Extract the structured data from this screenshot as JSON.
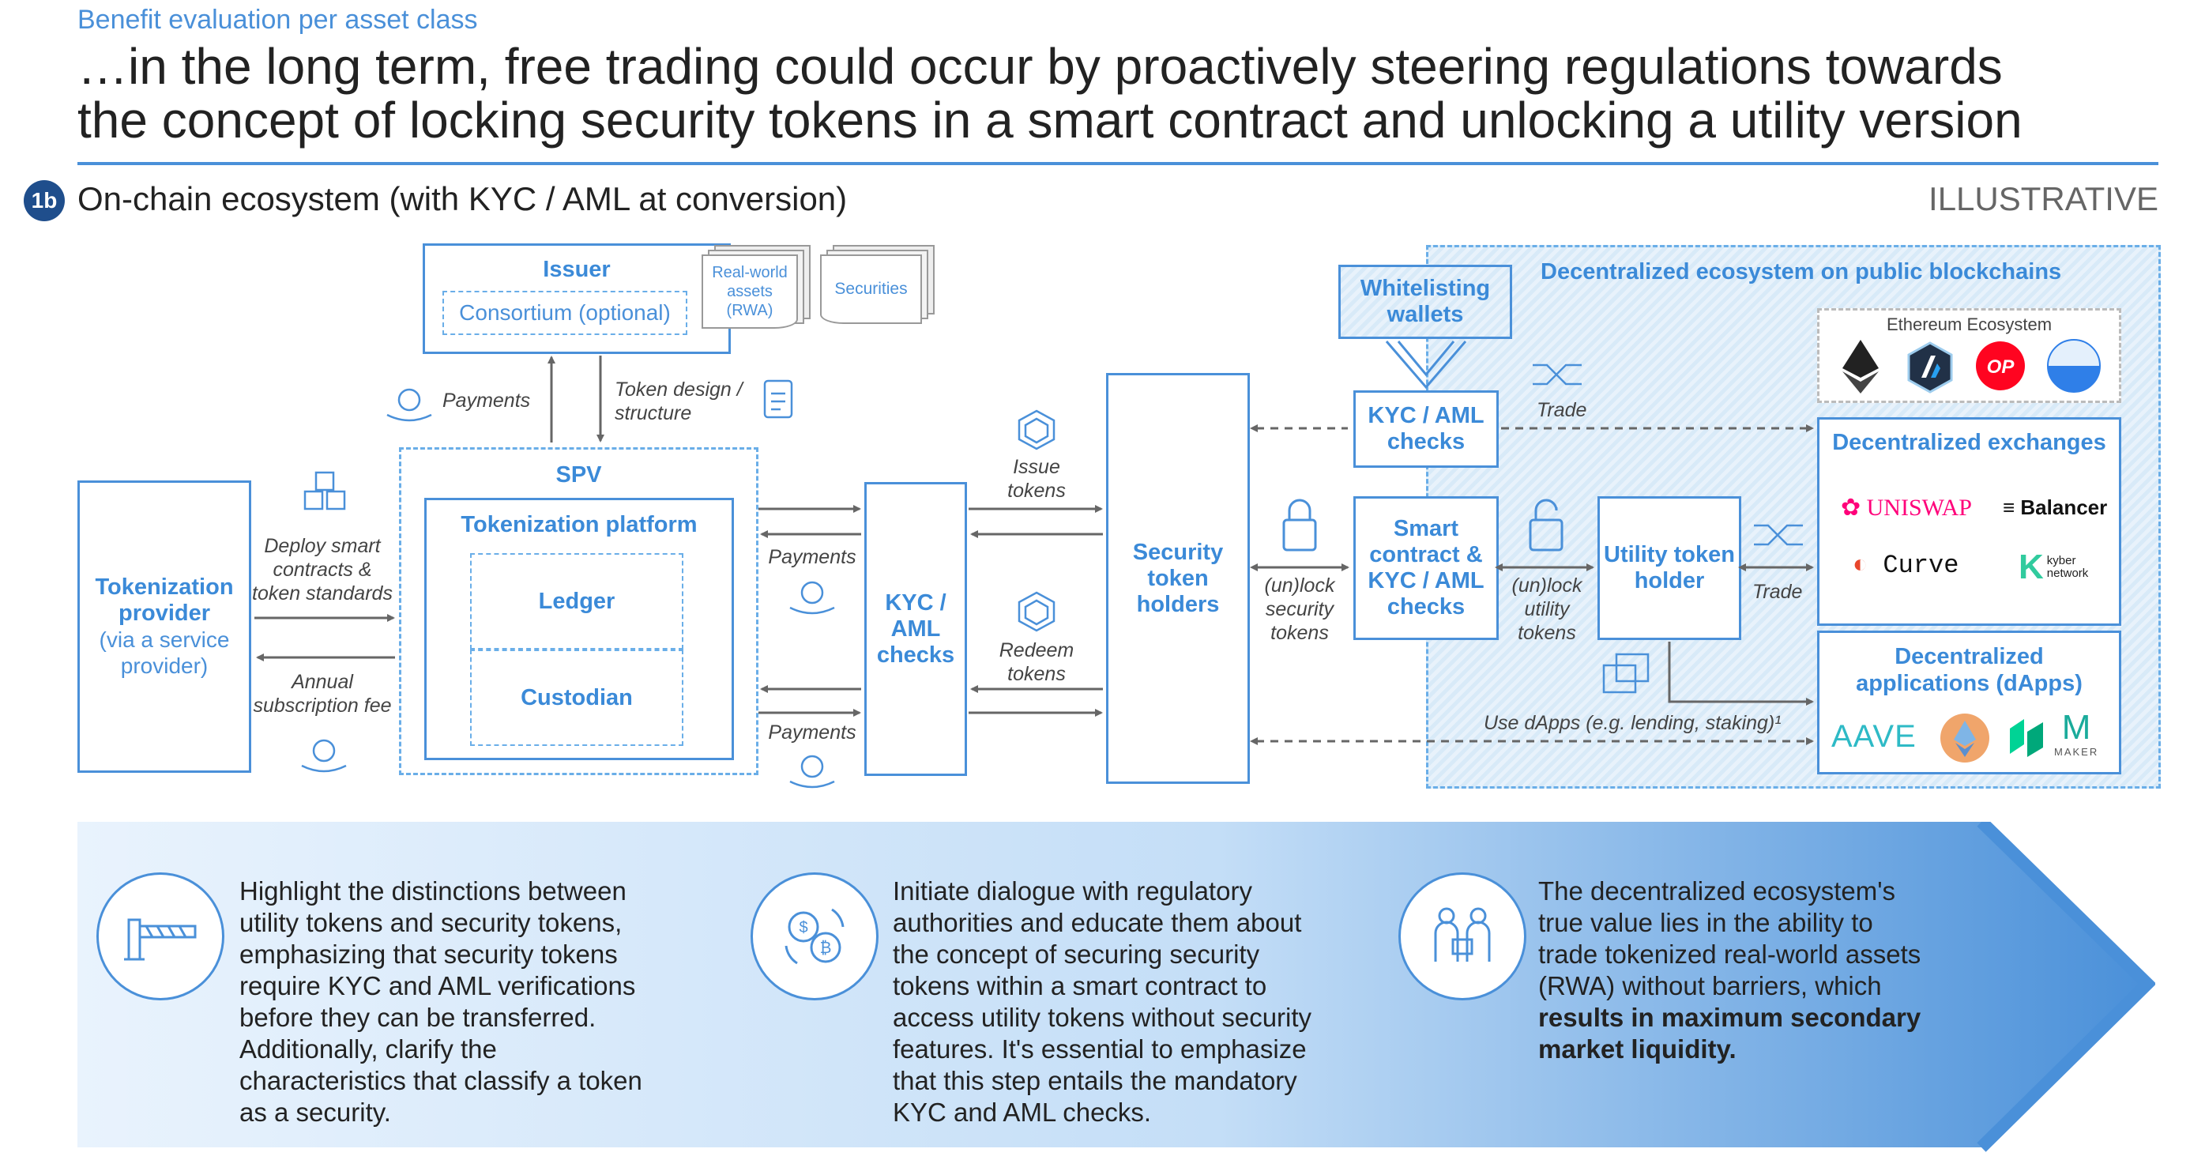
{
  "header": {
    "subtitle": "Benefit evaluation per asset class",
    "title_line1": "…in the long term, free trading could occur by proactively steering regulations towards",
    "title_line2": "the concept of locking security tokens in a smart contract and unlocking a utility version"
  },
  "section": {
    "badge": "1b",
    "title": "On-chain ecosystem (with KYC / AML at conversion)",
    "tag": "ILLUSTRATIVE"
  },
  "diagram": {
    "issuer": "Issuer",
    "consortium": "Consortium (optional)",
    "rwa": "Real-world assets (RWA)",
    "securities": "Securities",
    "payments": "Payments",
    "token_design": "Token design / structure",
    "spv": "SPV",
    "tokenization_platform": "Tokenization platform",
    "ledger": "Ledger",
    "custodian": "Custodian",
    "provider_title": "Tokenization provider",
    "provider_sub": "(via a service provider)",
    "deploy": "Deploy smart contracts & token standards",
    "annual_fee": "Annual subscription fee",
    "kyc_aml": "KYC / AML checks",
    "issue_tokens": "Issue tokens",
    "redeem_tokens": "Redeem tokens",
    "security_holders": "Security token holders",
    "unlock_security": "(un)lock security tokens",
    "whitelisting": "Whitelisting wallets",
    "kyc_aml_top": "KYC / AML checks",
    "smart_contract": "Smart contract & KYC / AML checks",
    "unlock_utility": "(un)lock utility tokens",
    "utility_holder": "Utility token holder",
    "trade": "Trade",
    "decentralized_title": "Decentralized ecosystem on public blockchains",
    "ethereum_ecosystem": "Ethereum Ecosystem",
    "op_logo": "OP",
    "dex_title": "Decentralized exchanges",
    "uniswap": "UNISWAP",
    "balancer": "Balancer",
    "curve": "Curve",
    "kyber": "kyber network",
    "dapps_title": "Decentralized applications (dApps)",
    "aave": "AAVE",
    "maker": "MAKER",
    "use_dapps": "Use dApps (e.g. lending, staking)¹"
  },
  "bottom": {
    "col1": "Highlight the distinctions between utility tokens and security tokens, emphasizing that security tokens require KYC and AML verifications before they can be transferred. Additionally, clarify the characteristics that classify a token as a security.",
    "col2": "Initiate dialogue with regulatory authorities and educate them about the concept of securing security tokens within a smart contract to access utility tokens without security features. It's essential to emphasize that this step entails the mandatory KYC and AML checks.",
    "col3_normal": "The decentralized ecosystem's true value lies in the ability to trade tokenized real-world assets (RWA) without barriers, which",
    "col3_bold": "results in maximum secondary market liquidity."
  },
  "colors": {
    "accent": "#4a90d9",
    "navy": "#1f4e8c",
    "light_bg": "#dceefc"
  }
}
